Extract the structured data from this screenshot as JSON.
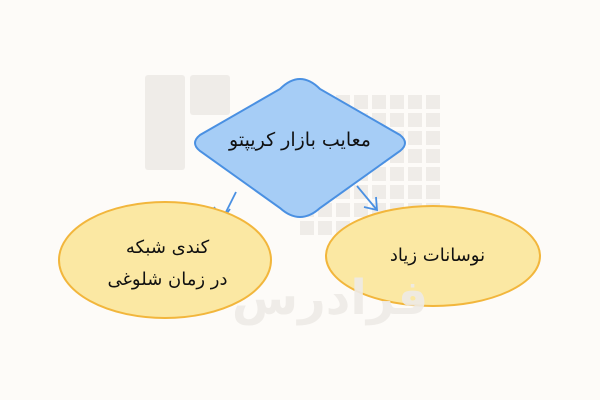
{
  "diagram": {
    "root": {
      "label": "معایب بازار کریپتو",
      "shape": "diamond",
      "fill": "#a6cdf6",
      "stroke": "#4a90e2"
    },
    "children": [
      {
        "label_line1": "کندی شبکه",
        "label_line2": "در زمان شلوغی",
        "shape": "ellipse",
        "fill": "#fbe8a3",
        "stroke": "#f2b63c"
      },
      {
        "label": "نوسانات زیاد",
        "shape": "ellipse",
        "fill": "#fbe8a3",
        "stroke": "#f2b63c"
      }
    ],
    "edge_color": "#4a90e2"
  },
  "watermark": {
    "text": "فرادرس"
  },
  "background": "#fdfbf8"
}
